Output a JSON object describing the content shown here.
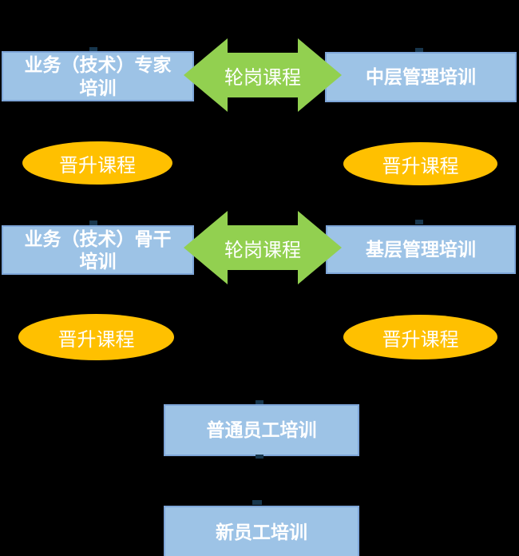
{
  "diagram": {
    "colors": {
      "background": "#000000",
      "box_fill": "#9DC3E6",
      "box_border": "#7EA6D9",
      "arrow_green": "#92D050",
      "ellipse_orange": "#FFC000",
      "label_text": "#FFFFFF"
    },
    "nodes": {
      "expert": {
        "lines": [
          "业务（技术）专家",
          "培训"
        ]
      },
      "middle_mgmt": {
        "label": "中层管理培训"
      },
      "backbone": {
        "lines": [
          "业务（技术）骨干",
          "培训"
        ]
      },
      "junior_mgmt": {
        "label": "基层管理培训"
      },
      "general_staff": {
        "label": "普通员工培训"
      },
      "new_staff": {
        "label": "新员工培训"
      }
    },
    "arrows": [
      {
        "id": "rotation-top",
        "label": "轮岗课程"
      },
      {
        "id": "rotation-middle",
        "label": "轮岗课程"
      }
    ],
    "promotion_ellipses": [
      {
        "id": "promo-expert",
        "label": "晋升课程"
      },
      {
        "id": "promo-middle-mgmt",
        "label": "晋升课程"
      },
      {
        "id": "promo-backbone",
        "label": "晋升课程"
      },
      {
        "id": "promo-junior-mgmt",
        "label": "晋升课程"
      }
    ]
  }
}
